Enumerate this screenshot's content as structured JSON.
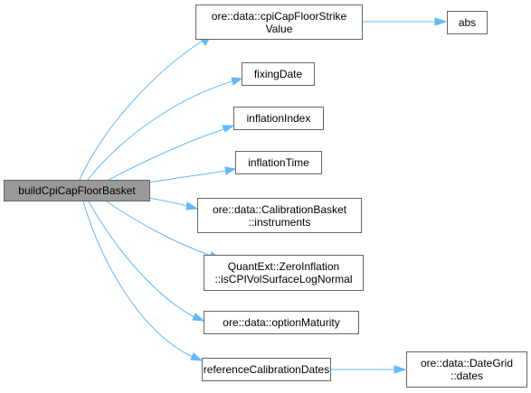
{
  "graph": {
    "colors": {
      "edge": "#63b8ff",
      "node_border": "#666666",
      "node_fill": "#ffffff",
      "root_fill": "#999999"
    },
    "nodes": {
      "root": {
        "lines": [
          "buildCpiCapFloorBasket"
        ]
      },
      "strike_value": {
        "lines": [
          "ore::data::cpiCapFloorStrike",
          "Value"
        ]
      },
      "abs": {
        "lines": [
          "abs"
        ]
      },
      "fixing_date": {
        "lines": [
          "fixingDate"
        ]
      },
      "inflation_index": {
        "lines": [
          "inflationIndex"
        ]
      },
      "inflation_time": {
        "lines": [
          "inflationTime"
        ]
      },
      "instruments": {
        "lines": [
          "ore::data::CalibrationBasket",
          "::instruments"
        ]
      },
      "lognormal": {
        "lines": [
          "QuantExt::ZeroInflation",
          "::isCPIVolSurfaceLogNormal"
        ]
      },
      "option_maturity": {
        "lines": [
          "ore::data::optionMaturity"
        ]
      },
      "ref_dates": {
        "lines": [
          "referenceCalibrationDates"
        ]
      },
      "dategrid": {
        "lines": [
          "ore::data::DateGrid",
          "::dates"
        ]
      }
    }
  }
}
